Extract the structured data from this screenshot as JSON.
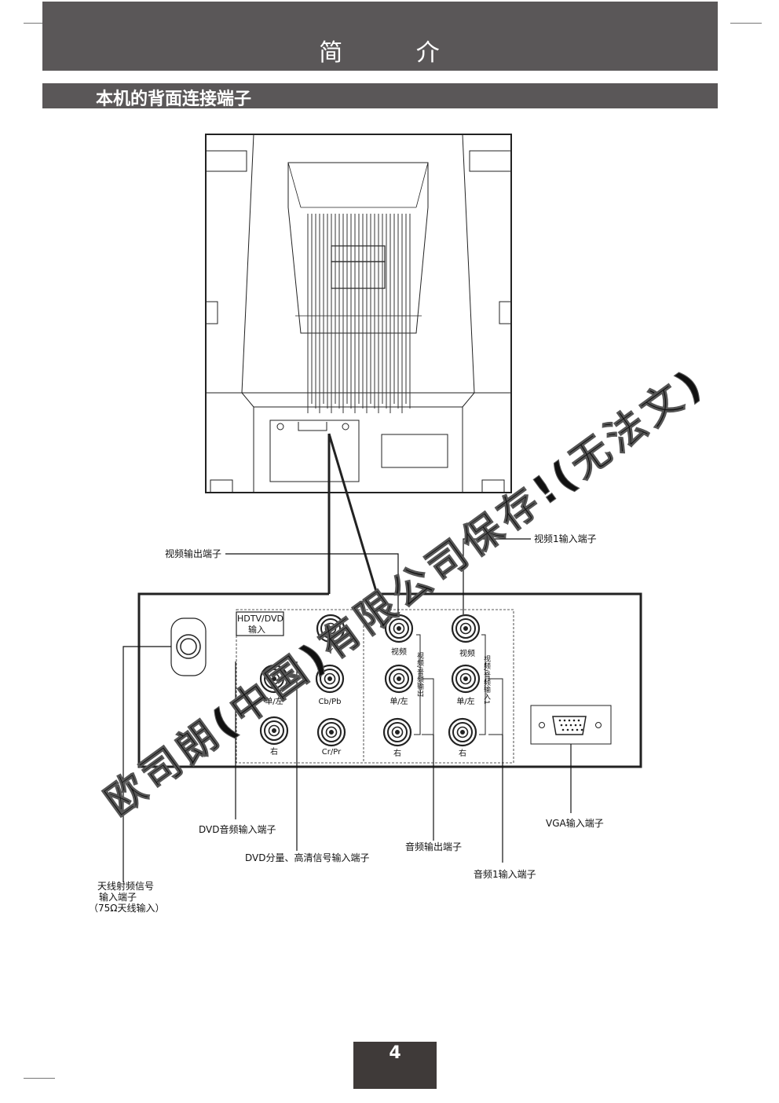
{
  "header": {
    "title": "简 介"
  },
  "section": {
    "title": "本机的背面连接端子"
  },
  "page_number": "4",
  "panel": {
    "hdtv_group_label": [
      "HDTV/DVD",
      "输入"
    ],
    "jack_labels": {
      "y": "Y",
      "cb_pb": "Cb/Pb",
      "cr_pr": "Cr/Pr",
      "mono_left_1": "单/左",
      "right_1": "右",
      "video_out": "视频",
      "mono_left_2": "单/左",
      "right_2": "右",
      "video_in": "视频",
      "mono_left_3": "单/左",
      "right_3": "右"
    },
    "vertical_labels": {
      "av_out": "视频/音频输出",
      "av_in": "视频/音频输入1"
    }
  },
  "callouts": {
    "video_output": "视频输出端子",
    "video1_input": "视频1输入端子",
    "dvd_audio_input": "DVD音频输入端子",
    "dvd_component_input": "DVD分量、高清信号输入端子",
    "audio_output": "音频输出端子",
    "audio1_input": "音频1输入端子",
    "vga_input": "VGA输入端子",
    "antenna": [
      "天线射频信号",
      "输入端子",
      "（75Ω天线输入）"
    ]
  },
  "watermark": "欧司朗(中国)有限公司保存!(无法文)"
}
